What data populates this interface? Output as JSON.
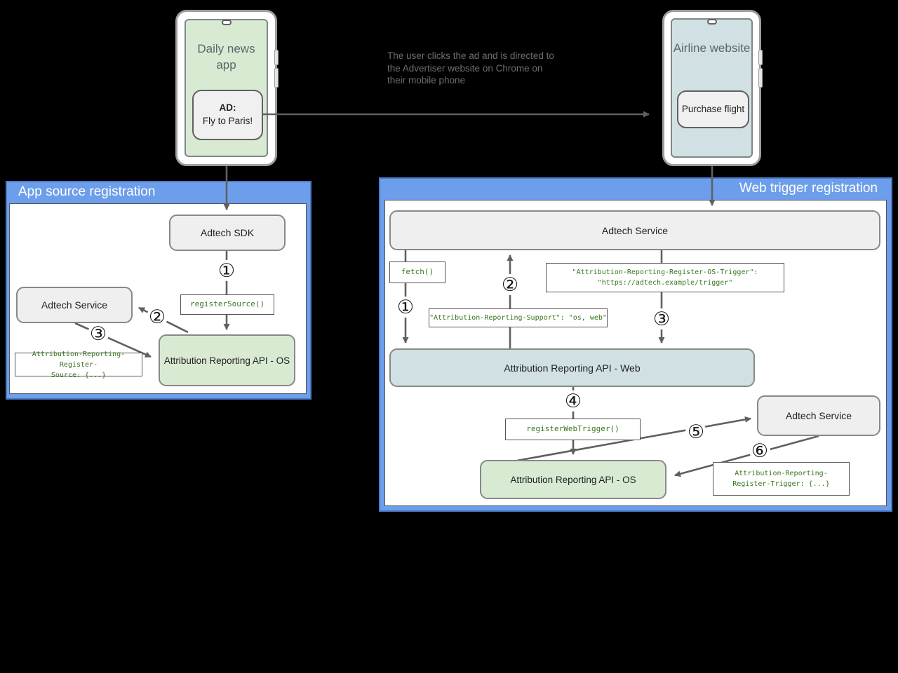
{
  "phones": {
    "left": {
      "title": "Daily news app",
      "ad_label_line1": "AD:",
      "ad_label_line2": "Fly to Paris!"
    },
    "right": {
      "title": "Airline website",
      "button_label": "Purchase flight"
    }
  },
  "annotation": "The user clicks the ad and is directed to the Advertiser website on Chrome on their mobile phone",
  "app_source": {
    "title": "App source registration",
    "adtech_sdk": "Adtech SDK",
    "adtech_service": "Adtech Service",
    "register_source_call": "registerSource()",
    "api_os": "Attribution Reporting API - OS",
    "register_source_header_l1": "Attribution-Reporting-Register-",
    "register_source_header_l2": "Source: {...}",
    "steps": [
      "①",
      "②",
      "③"
    ]
  },
  "web_trigger": {
    "title": "Web trigger registration",
    "adtech_service": "Adtech Service",
    "fetch_call": "fetch()",
    "os_trigger_header_l1": "\"Attribution-Reporting-Register-OS-Trigger\":",
    "os_trigger_header_l2": "\"https://adtech.example/trigger\"",
    "support_header": "\"Attribution-Reporting-Support\": \"os, web\"",
    "api_web": "Attribution Reporting API - Web",
    "register_web_trigger_call": "registerWebTrigger()",
    "adtech_service_2": "Adtech Service",
    "api_os": "Attribution Reporting API - OS",
    "register_trigger_header_l1": "Attribution-Reporting-",
    "register_trigger_header_l2": "Register-Trigger: {...}",
    "steps": [
      "①",
      "②",
      "③",
      "④",
      "⑤",
      "⑥"
    ]
  },
  "colors": {
    "panel_blue": "#6d9eeb",
    "box_gray": "#efefef",
    "box_green": "#d9ead3",
    "box_blue": "#d0e0e3",
    "code_green": "#38761d",
    "arrow_gray": "#606060"
  }
}
